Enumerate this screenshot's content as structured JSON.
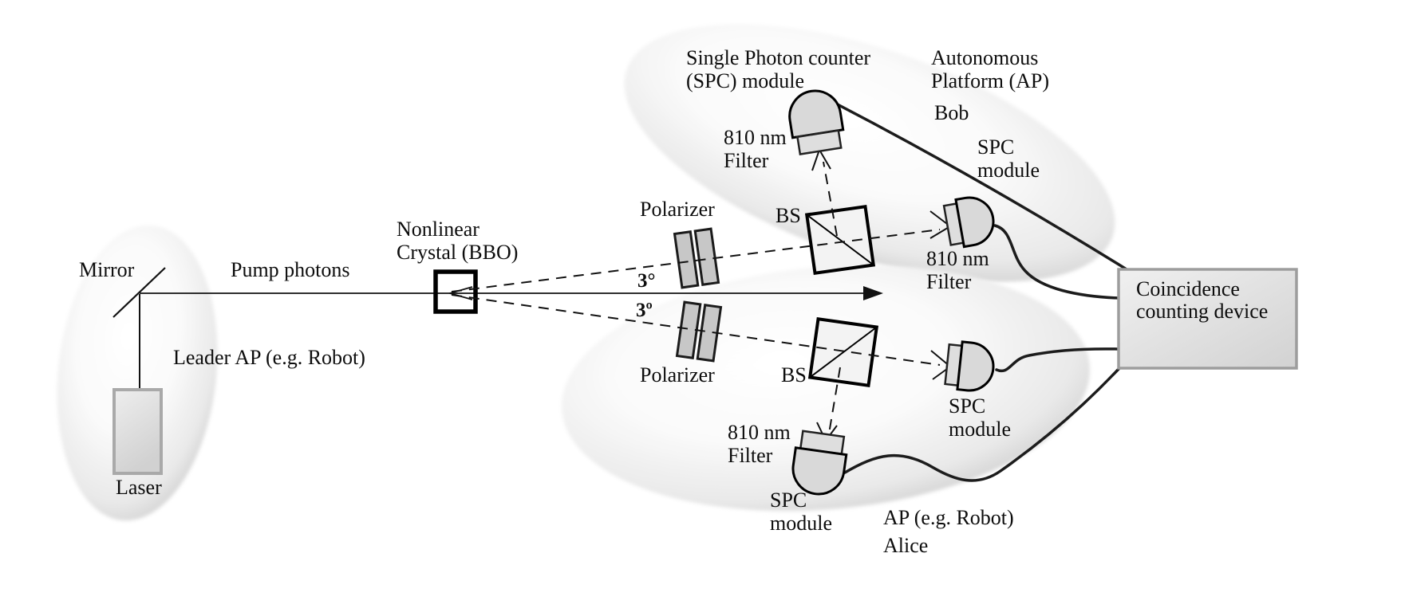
{
  "diagram": {
    "leader": {
      "mirror_label": "Mirror",
      "pump_label": "Pump photons",
      "laser_label": "Laser",
      "platform_label": "Leader AP (e.g. Robot)"
    },
    "crystal": {
      "line1": "Nonlinear",
      "line2": "Crystal (BBO)"
    },
    "angles": {
      "upper": "3°",
      "lower": "3º"
    },
    "bob": {
      "polarizer_label": "Polarizer",
      "bs_label": "BS",
      "spc_header_line1": "Single Photon counter",
      "spc_header_line2": "(SPC) module",
      "platform_line1": "Autonomous",
      "platform_line2": "Platform (AP)",
      "name": "Bob",
      "filter_top_line1": "810 nm",
      "filter_top_line2": "Filter",
      "spc_right_line1": "SPC",
      "spc_right_line2": "module",
      "filter_right_line1": "810 nm",
      "filter_right_line2": "Filter"
    },
    "alice": {
      "polarizer_label": "Polarizer",
      "bs_label": "BS",
      "spc_right_line1": "SPC",
      "spc_right_line2": "module",
      "filter_bottom_line1": "810 nm",
      "filter_bottom_line2": "Filter",
      "spc_bottom_line1": "SPC",
      "spc_bottom_line2": "module",
      "platform_label": "AP (e.g. Robot)",
      "name": "Alice"
    },
    "coincidence": {
      "line1": "Coincidence",
      "line2": "counting device"
    },
    "colors": {
      "blob_edge": "#cbcbcb",
      "component_fill": "#d9d9d9",
      "polarizer_fill": "#c7c7c7",
      "bs_fill": "#f3f3f3",
      "box_border": "#9d9d9d",
      "line": "#111111"
    }
  }
}
